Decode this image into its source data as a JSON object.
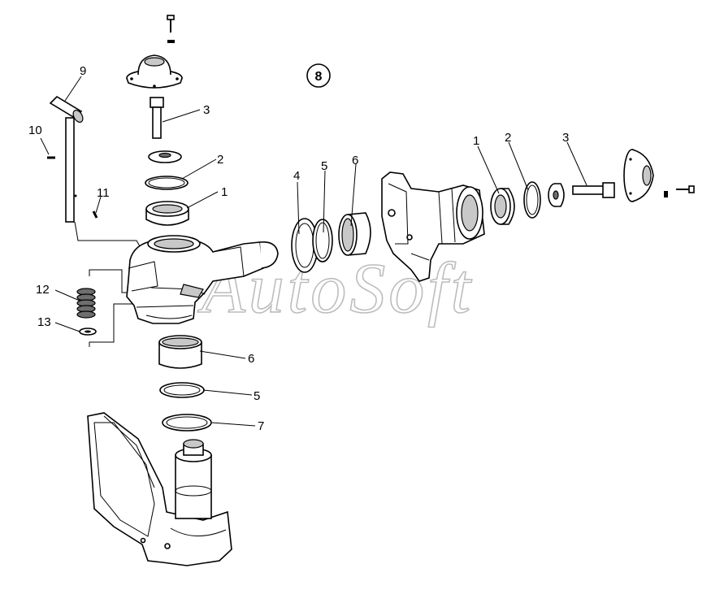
{
  "diagram": {
    "group_marker": "8",
    "watermark": "AutoSoft",
    "callouts": [
      {
        "id": "c9",
        "text": "9"
      },
      {
        "id": "c10",
        "text": "10"
      },
      {
        "id": "c11",
        "text": "11"
      },
      {
        "id": "c12",
        "text": "12"
      },
      {
        "id": "c13",
        "text": "13"
      },
      {
        "id": "c3a",
        "text": "3"
      },
      {
        "id": "c2a",
        "text": "2"
      },
      {
        "id": "c1a",
        "text": "1"
      },
      {
        "id": "c4",
        "text": "4"
      },
      {
        "id": "c5a",
        "text": "5"
      },
      {
        "id": "c6a",
        "text": "6"
      },
      {
        "id": "c1b",
        "text": "1"
      },
      {
        "id": "c2b",
        "text": "2"
      },
      {
        "id": "c3b",
        "text": "3"
      },
      {
        "id": "c6b",
        "text": "6"
      },
      {
        "id": "c5b",
        "text": "5"
      },
      {
        "id": "c7",
        "text": "7"
      }
    ]
  }
}
